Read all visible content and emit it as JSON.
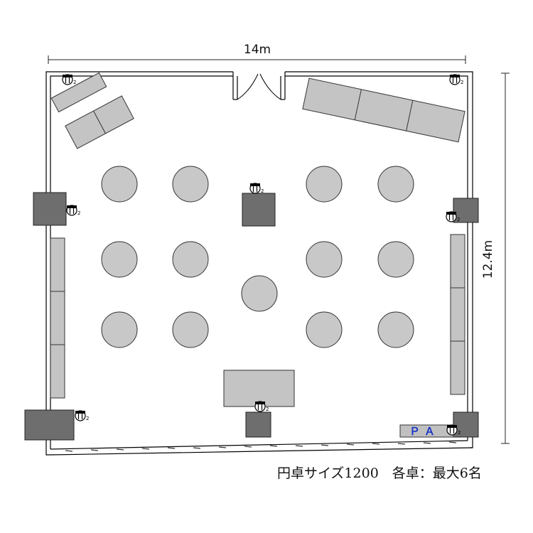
{
  "dimensions": {
    "width_label": "14m",
    "height_label": "12.4m"
  },
  "caption": "円卓サイズ1200　各卓：最大6名",
  "pa_label": "ＰＡ",
  "outlet_label": "2",
  "round_table_count": 13,
  "colors": {
    "round_table": "#c8c8c8",
    "sofa": "#c4c4c4",
    "dark_block": "#6e6e6e",
    "wall": "#000000",
    "pa_text": "#1a36c8",
    "pa_bar": "#c0c0c0"
  }
}
